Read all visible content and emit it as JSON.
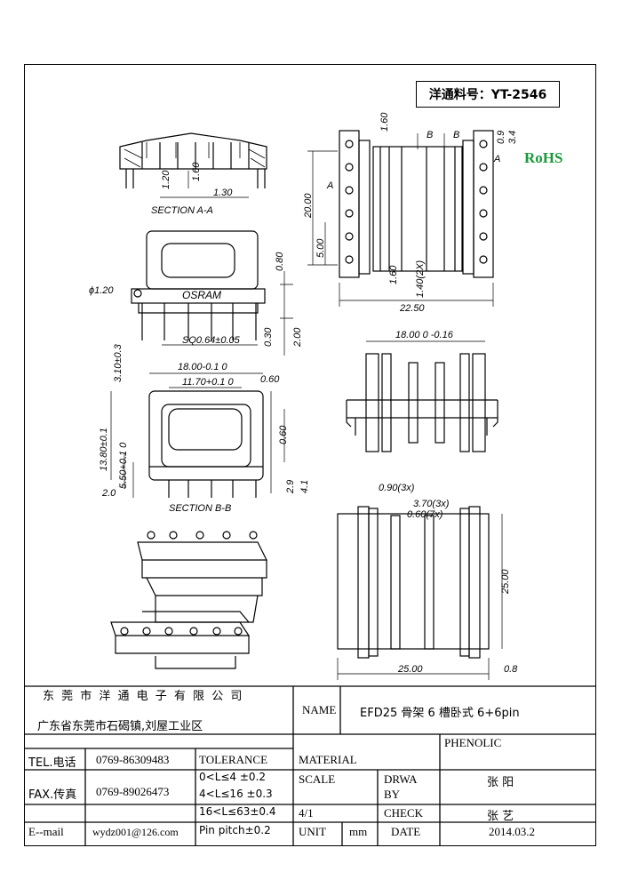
{
  "part_number": "洋通料号：YT-2546",
  "rohs": "RoHS",
  "views": {
    "section_aa": {
      "label": "SECTION A-A",
      "dims": [
        "1.20",
        "1.60",
        "1.30"
      ]
    },
    "side_view": {
      "dims": [
        "1.60",
        "0.9",
        "3.4",
        "20.00",
        "5.00",
        "1.60",
        "1.40(2X)",
        "22.50"
      ],
      "cut_marks": [
        "A",
        "A",
        "B",
        "B"
      ]
    },
    "front_view": {
      "dims": [
        "ϕ1.20",
        "0.80",
        "SQ0.64±0.05",
        "0.30",
        "2.00",
        "3.10±0.3"
      ],
      "logo": "OSRAM"
    },
    "section_bb": {
      "label": "SECTION B-B",
      "dims": [
        "18.00-0.1 0",
        "11.70+0.1 0",
        "0.60",
        "13.80±0.1",
        "0.60",
        "5.50+0.1 0",
        "2.0",
        "2.9",
        "4.1"
      ]
    },
    "right_side": {
      "dims": [
        "18.00 0 -0.16"
      ]
    },
    "top_view": {
      "dims": [
        "0.90(3x)",
        "3.70(3x)",
        "0.60(7x)",
        "25.00",
        "25.00",
        "0.8"
      ]
    }
  },
  "title_block": {
    "company_name": "东 莞 市 洋 通 电 子 有 限 公 司",
    "address": "广东省东莞市石碣镇,刘屋工业区",
    "name_label": "NAME",
    "name_value": "EFD25 骨架 6 槽卧式 6+6pin",
    "phenolic": "PHENOLIC",
    "tel_label": "TEL.电话",
    "tel_value": "0769-86309483",
    "tolerance_label": "TOLERANCE",
    "material_label": "MATERIAL",
    "fax_label": "FAX.传真",
    "fax_value": "0769-89026473",
    "tol_1": "0<L≤4  ±0.2",
    "tol_2": "4<L≤16 ±0.3",
    "tol_3": "16<L≤63±0.4",
    "tol_4": "Pin pitch±0.2",
    "scale_label": "SCALE",
    "scale_value": "4/1",
    "drawn_label_1": "DRWA",
    "drawn_label_2": "BY",
    "drawn_value": "张 阳",
    "check_label": "CHECK",
    "check_value": "张 艺",
    "email_label": "E--mail",
    "email_value": "wydz001@126.com",
    "unit_label": "UNIT",
    "unit_value": "mm",
    "date_label": "DATE",
    "date_value": "2014.03.2"
  }
}
